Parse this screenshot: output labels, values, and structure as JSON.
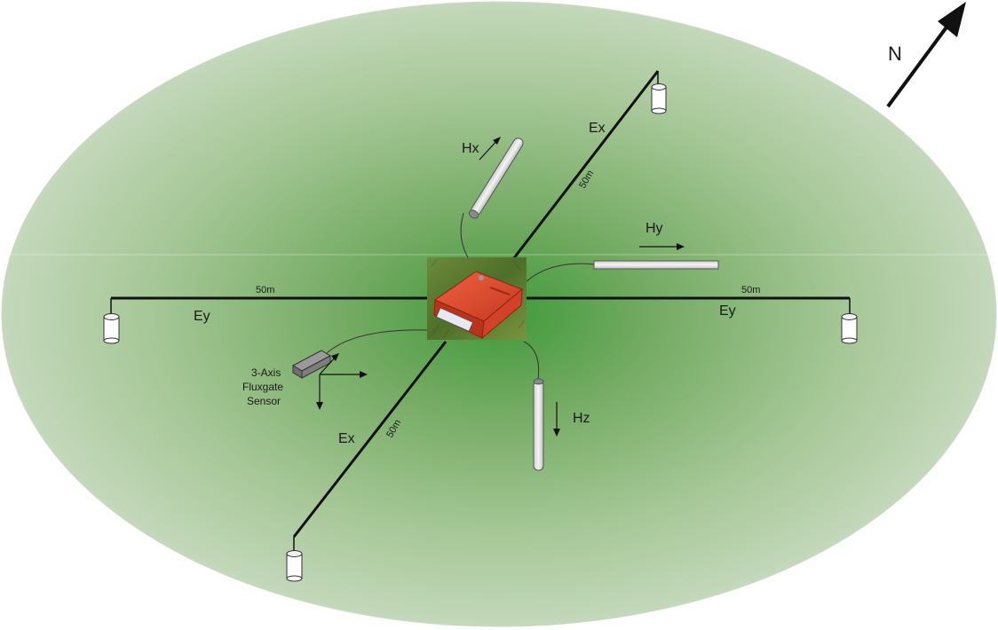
{
  "north_label": "N",
  "electrodes": {
    "ex_label_ne": "Ex",
    "ex_label_sw": "Ex",
    "ey_label_w": "Ey",
    "ey_label_e": "Ey",
    "ex_distance_ne": "50m",
    "ex_distance_sw": "50m",
    "ey_distance_w": "50m",
    "ey_distance_e": "50m"
  },
  "magnetometers": {
    "hx_label": "Hx",
    "hy_label": "Hy",
    "hz_label": "Hz"
  },
  "fluxgate": {
    "line1": "3-Axis",
    "line2": "Fluxgate",
    "line3": "Sensor"
  },
  "colors": {
    "ground_center": "#3f9a3a",
    "ground_edge": "#bcd3b2",
    "case_orange": "#e0452a",
    "grass": "#5a7a2e"
  }
}
